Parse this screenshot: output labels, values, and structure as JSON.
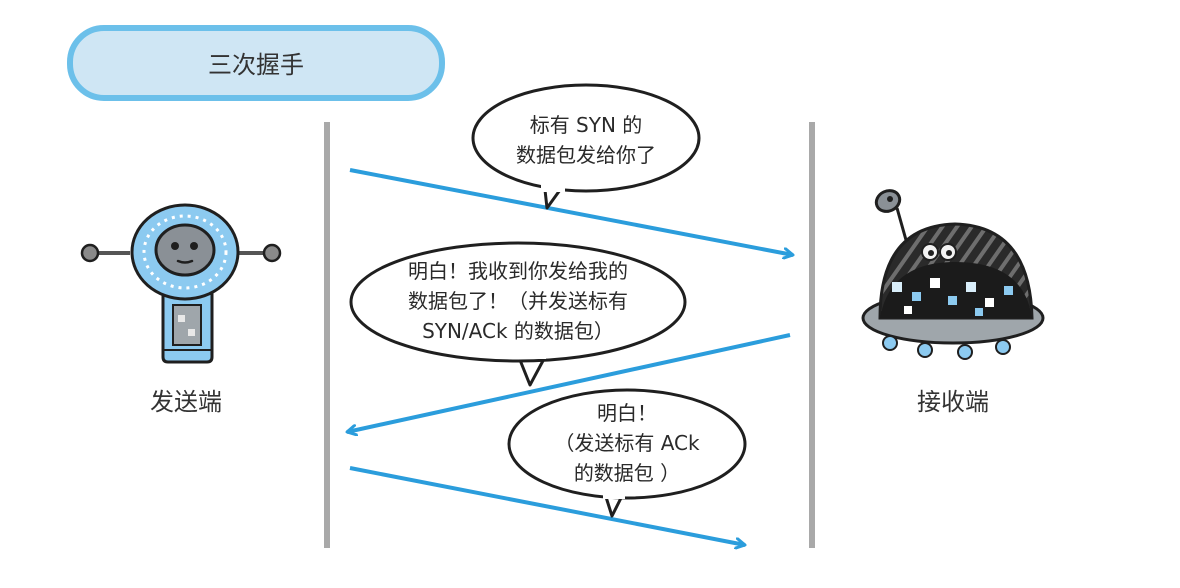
{
  "title": "三次握手",
  "sender": {
    "label": "发送端"
  },
  "receiver": {
    "label": "接收端"
  },
  "bubbles": {
    "syn": {
      "lines": [
        "标有 SYN 的",
        "数据包发给你了"
      ]
    },
    "synack": {
      "lines": [
        "明白！我收到你发给我的",
        "数据包了！（并发送标有",
        "SYN/ACk 的数据包）"
      ]
    },
    "ack": {
      "lines": [
        "明白！",
        "（发送标有 ACk",
        "的数据包 ）"
      ]
    }
  },
  "colors": {
    "arrow": "#2b9ddc",
    "timeline": "#a9a9a9",
    "title_fill": "#cfe6f4",
    "title_border": "#6cc0ea",
    "robot_blue": "#8ccaf0",
    "robot_dark": "#1b1b1b"
  }
}
